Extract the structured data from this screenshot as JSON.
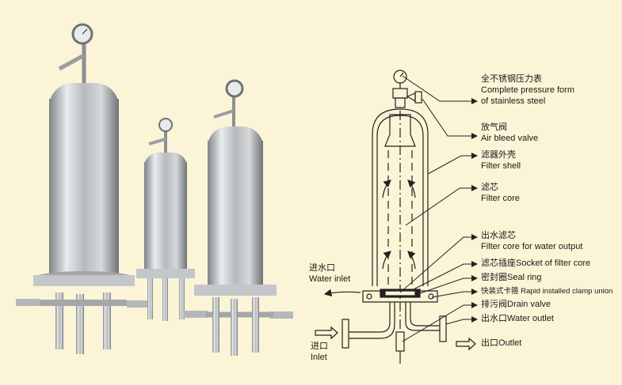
{
  "labels": {
    "pressure_cn": "全不锈钢压力表",
    "pressure_en1": "Complete pressure form",
    "pressure_en2": "of stainless steel",
    "bleed_cn": "放气阀",
    "bleed_en": "Air bleed valve",
    "shell_cn": "滤器外壳",
    "shell_en": "Filter shell",
    "core_cn": "滤芯",
    "core_en": "Filter core",
    "output_core_cn": "出水滤芯",
    "output_core_en": "Filter core for water output",
    "socket": "滤芯插座Socket of filter core",
    "seal": "密封圈Seal ring",
    "clamp": "快装式卡箍 Rapid installed clamp union",
    "drain": "排污阀Drain valve",
    "water_outlet": "出水口Water outlet",
    "outlet": "出口Outlet",
    "water_inlet_cn": "进水口",
    "water_inlet_en": "Water inlet",
    "inlet_cn": "进口",
    "inlet_en": "Inlet"
  },
  "colors": {
    "background": "#fbf4d6",
    "line": "#222222",
    "steel": "#b9bcbf"
  }
}
